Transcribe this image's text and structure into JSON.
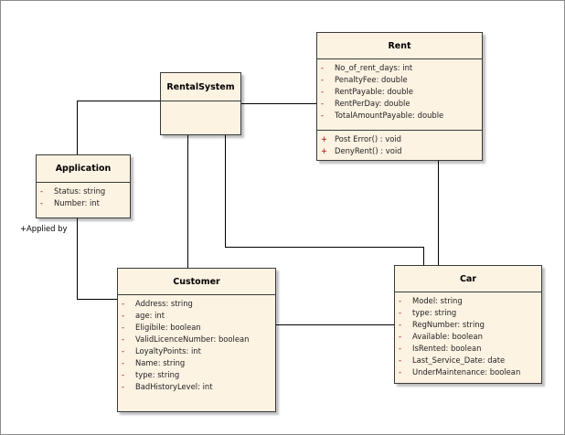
{
  "diagram": {
    "classes": {
      "rent": {
        "name": "Rent",
        "attributes": [
          {
            "vis": "-",
            "text": "No_of_rent_days:  int"
          },
          {
            "vis": "-",
            "text": "PenaltyFee:  double"
          },
          {
            "vis": "-",
            "text": "RentPayable:  double"
          },
          {
            "vis": "-",
            "text": "RentPerDay:  double"
          },
          {
            "vis": "-",
            "text": "TotalAmountPayable:  double"
          }
        ],
        "operations": [
          {
            "vis": "+",
            "text": "Post Error() : void"
          },
          {
            "vis": "+",
            "text": "DenyRent() : void"
          }
        ]
      },
      "rental_system": {
        "name": "RentalSystem"
      },
      "application": {
        "name": "Application",
        "attributes": [
          {
            "vis": "-",
            "text": "Status:  string"
          },
          {
            "vis": "-",
            "text": "Number:  int"
          }
        ]
      },
      "customer": {
        "name": "Customer",
        "attributes": [
          {
            "vis": "-",
            "text": "Address:  string"
          },
          {
            "vis": "-",
            "text": "age:  int"
          },
          {
            "vis": "-",
            "text": "Eligibile:  boolean"
          },
          {
            "vis": "-",
            "text": "ValidLicenceNumber:  boolean"
          },
          {
            "vis": "-",
            "text": "LoyaltyPoints:  int"
          },
          {
            "vis": "-",
            "text": "Name:  string"
          },
          {
            "vis": "-",
            "text": "type:  string"
          },
          {
            "vis": "-",
            "text": "BadHistoryLevel:  int"
          }
        ]
      },
      "car": {
        "name": "Car",
        "attributes": [
          {
            "vis": "-",
            "text": "Model:  string"
          },
          {
            "vis": "-",
            "text": "type:  string"
          },
          {
            "vis": "-",
            "text": "RegNumber:  string"
          },
          {
            "vis": "-",
            "text": "Available:  boolean"
          },
          {
            "vis": "-",
            "text": "IsRented:  boolean"
          },
          {
            "vis": "-",
            "text": "Last_Service_Date:  date"
          },
          {
            "vis": "-",
            "text": "UnderMaintenance:  boolean"
          }
        ]
      }
    },
    "role_labels": {
      "applied_by": "+Applied by"
    },
    "colors": {
      "class_fill": "#fdf3e3",
      "border": "#3a3a3a",
      "visibility_marker": "#9a0000",
      "connector": "#000000"
    }
  }
}
